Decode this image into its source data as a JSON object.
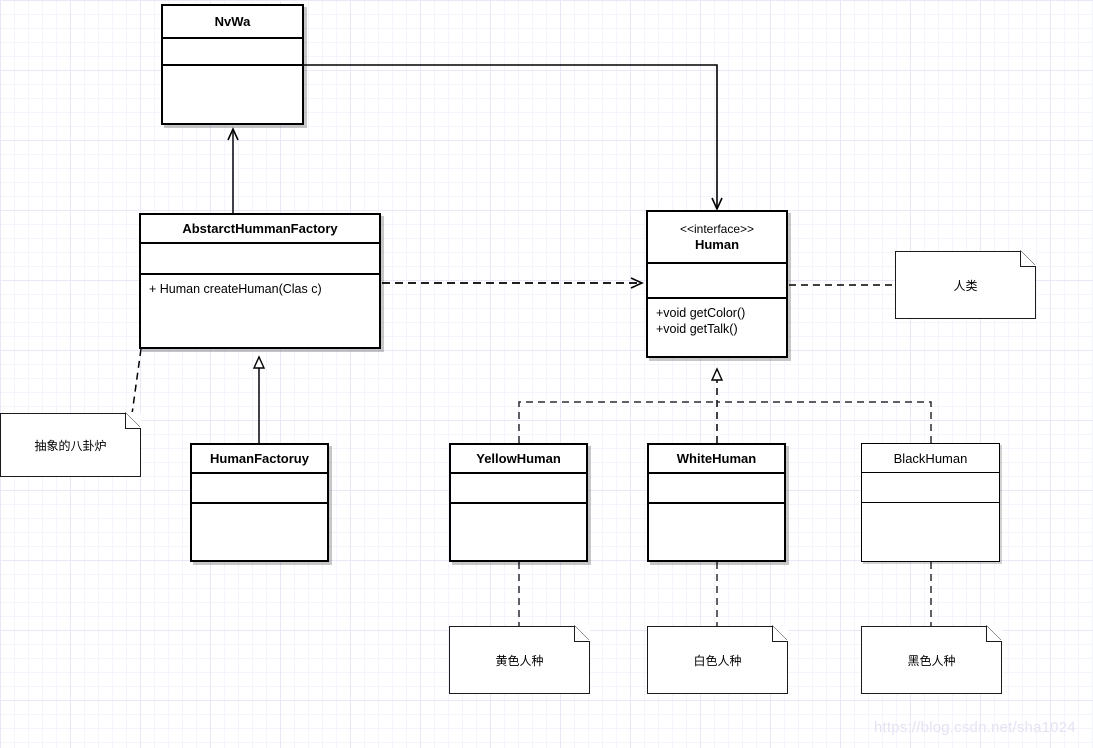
{
  "diagram": {
    "type": "uml-class-diagram",
    "background": "#ffffff",
    "grid_color": "#e8e8f8",
    "line_color": "#000000"
  },
  "classes": {
    "nvwa": {
      "name": "NvWa",
      "stereotype": "",
      "attributes": "",
      "operations": ""
    },
    "abstract_factory": {
      "name": "AbstarctHummanFactory",
      "stereotype": "",
      "attributes": "",
      "operations": "+ Human createHuman(Clas c)"
    },
    "human": {
      "name": "Human",
      "stereotype": "<<interface>>",
      "attributes": "",
      "operations": "+void getColor()\n+void getTalk()"
    },
    "human_factory": {
      "name": "HumanFactoruy",
      "stereotype": "",
      "attributes": "",
      "operations": ""
    },
    "yellow_human": {
      "name": "YellowHuman",
      "stereotype": "",
      "attributes": "",
      "operations": ""
    },
    "white_human": {
      "name": "WhiteHuman",
      "stereotype": "",
      "attributes": "",
      "operations": ""
    },
    "black_human": {
      "name": "BlackHuman",
      "stereotype": "",
      "attributes": "",
      "operations": ""
    }
  },
  "notes": {
    "abstract_furnace": "抽象的八卦炉",
    "human_race": "人类",
    "yellow_race": "黄色人种",
    "white_race": "白色人种",
    "black_race": "黑色人种"
  },
  "watermark": {
    "text": "https://blog.csdn.net/sha1024"
  }
}
